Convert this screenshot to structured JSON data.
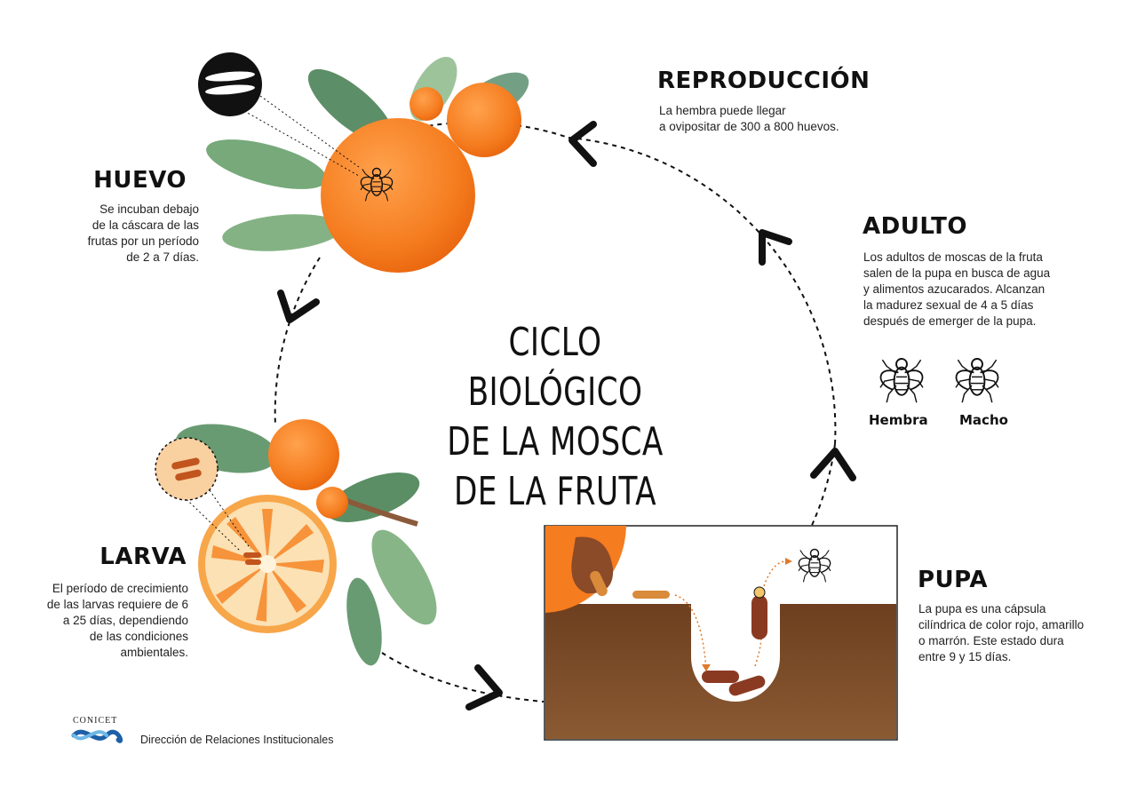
{
  "title": {
    "line1": "CICLO BIOLÓGICO",
    "line2": "DE LA MOSCA",
    "line3": "DE LA FRUTA"
  },
  "stages": {
    "reproduccion": {
      "heading": "REPRODUCCIÓN",
      "text": [
        "La hembra puede llegar",
        "a ovipositar de 300 a 800 huevos."
      ]
    },
    "huevo": {
      "heading": "HUEVO",
      "text": [
        "Se incuban debajo",
        "de la cáscara de las",
        "frutas por un período",
        "de 2 a 7 días."
      ]
    },
    "adulto": {
      "heading": "ADULTO",
      "text": [
        "Los adultos de moscas de la fruta",
        "salen de la pupa en busca de agua",
        "y alimentos azucarados. Alcanzan",
        "la madurez sexual de 4 a 5 días",
        "después de emerger de la pupa."
      ],
      "female_label": "Hembra",
      "male_label": "Macho"
    },
    "larva": {
      "heading": "LARVA",
      "text": [
        "El período de crecimiento",
        "de las larvas requiere de 6",
        "a 25 días, dependiendo",
        "de las condiciones",
        "ambientales."
      ]
    },
    "pupa": {
      "heading": "PUPA",
      "text": [
        "La pupa es una cápsula",
        "cilíndrica de color rojo, amarillo",
        "o marrón. Este estado dura",
        "entre 9 y 15 días."
      ]
    }
  },
  "footer": {
    "logo_text": "CONICET",
    "org": "Dirección de Relaciones Institucionales"
  },
  "colors": {
    "orange": "#f57c1f",
    "leaf": "#4f8a5a",
    "soil": "#7a4a28",
    "pupa": "#8b3a22",
    "larva": "#d98a3a"
  }
}
